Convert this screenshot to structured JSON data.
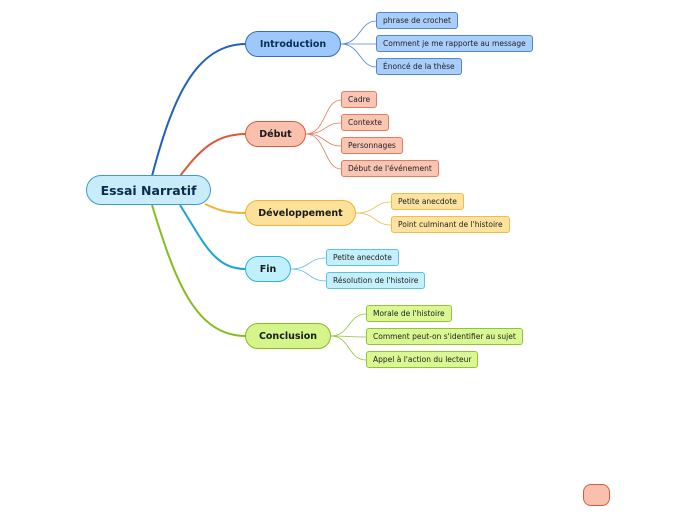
{
  "map": {
    "root": "Essai Narratif",
    "branches": [
      {
        "label": "Introduction",
        "color": "#1f5fbf",
        "children": [
          "phrase de crochet",
          "Comment je me rapporte au message",
          "Énoncé de la thèse"
        ]
      },
      {
        "label": "Début",
        "color": "#e0583a",
        "children": [
          "Cadre",
          "Contexte",
          "Personnages",
          "Début de l'événement"
        ]
      },
      {
        "label": "Développement",
        "color": "#f2b230",
        "children": [
          "Petite anecdote",
          "Point culminant de l'histoire"
        ]
      },
      {
        "label": "Fin",
        "color": "#18a5d6",
        "children": [
          "Petite anecdote",
          "Résolution de l'histoire"
        ]
      },
      {
        "label": "Conclusion",
        "color": "#86bd1e",
        "children": [
          "Morale de l'histoire",
          "Comment peut-on s'identifier au sujet",
          "Appel à l'action du lecteur"
        ]
      }
    ]
  }
}
